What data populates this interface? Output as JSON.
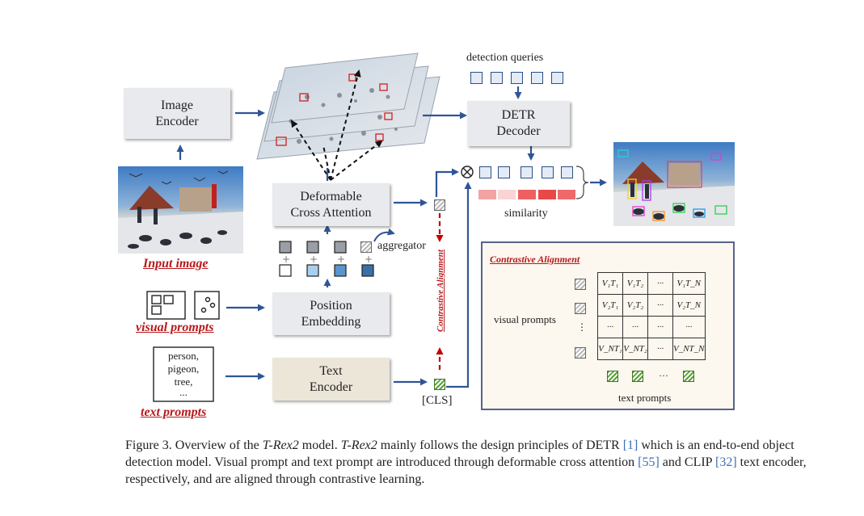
{
  "blocks": {
    "image_encoder": "Image\nEncoder",
    "detr_decoder": "DETR\nDecoder",
    "deformable": "Deformable\nCross Attention",
    "position": "Position\nEmbedding",
    "text_encoder": "Text\nEncoder"
  },
  "labels": {
    "detection_queries": "detection queries",
    "similarity": "similarity",
    "aggregator": "aggregator",
    "cls": "[CLS]",
    "input_image": "Input image",
    "visual_prompts": "visual prompts",
    "text_prompts": "text prompts",
    "contrastive_vertical": "Contrastive Alignment"
  },
  "text_prompt_box": [
    "person,",
    "pigeon,",
    "tree,",
    "..."
  ],
  "alignment_panel": {
    "title": "Contrastive Alignment",
    "row_label": "visual prompts",
    "col_label": "text prompts",
    "matrix": [
      [
        "V₁T₁",
        "V₁T₂",
        "···",
        "V₁T_N"
      ],
      [
        "V₂T₁",
        "V₂T₂",
        "···",
        "V₂T_N"
      ],
      [
        "···",
        "···",
        "···",
        "···"
      ],
      [
        "V_NT₁",
        "V_NT₂",
        "···",
        "V_NT_N"
      ]
    ]
  },
  "colors": {
    "arrow_blue": "#2f5597",
    "dashed_red": "#c00000",
    "label_red": "#b8181b",
    "box_gray": "#e8eaee",
    "box_beige": "#ece6d8",
    "similarity": [
      "#f3a3a3",
      "#f9d4d4",
      "#ee6060",
      "#e94848",
      "#ee6a6a",
      "#f6b9b9"
    ]
  },
  "caption": {
    "label": "Figure 3. Overview of the ",
    "model": "T-Rex2",
    "t1": " model. ",
    "model2": "T-Rex2",
    "t2": " mainly follows the design principles of DETR ",
    "ref1": "[1]",
    "t3": " which is an end-to-end object detection model. Visual prompt and text prompt are introduced through deformable cross attention ",
    "ref2": "[55]",
    "t4": " and CLIP ",
    "ref3": "[32]",
    "t5": " text encoder, respectively, and are aligned through contrastive learning."
  }
}
